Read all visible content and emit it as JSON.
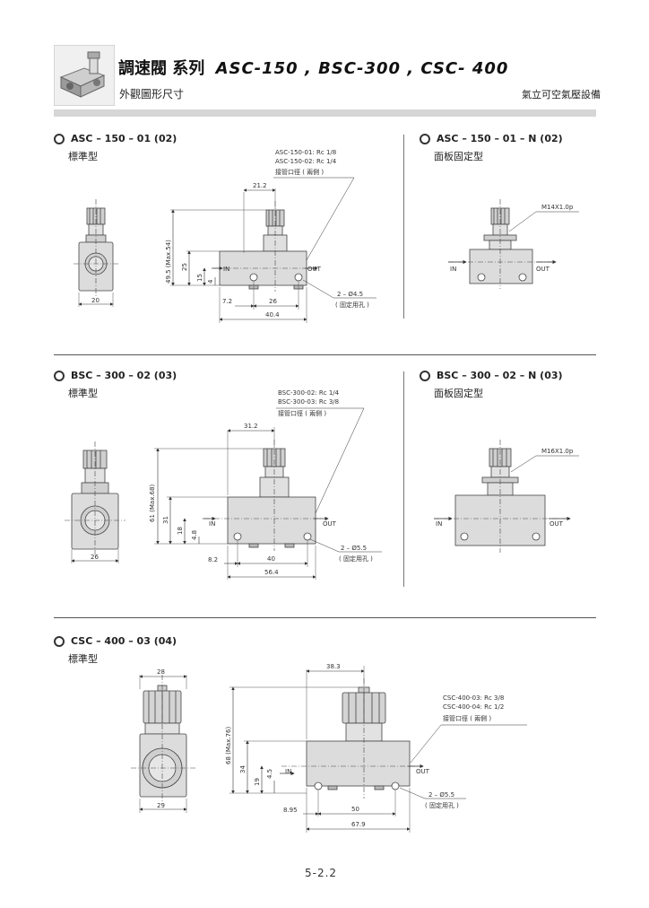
{
  "header": {
    "title_cn": "調速閥 系列",
    "title_models": "ASC-150 , BSC-300 , CSC- 400",
    "subtitle": "外觀圖形尺寸",
    "brand": "氣立可空氣壓設備"
  },
  "sections": {
    "asc": {
      "title": "ASC – 150 – 01 (02)",
      "subtitle": "標準型",
      "note1": "ASC-150-01: Rc 1/8",
      "note2": "ASC-150-02: Rc 1/4",
      "note3": "接管口徑 ( 兩側 )",
      "dims": {
        "d212": "21.2",
        "d495": "49.5 (Max.54)",
        "d25": "25",
        "d15": "15",
        "d4": "4",
        "d72": "7.2",
        "d26": "26",
        "d404": "40.4",
        "d20": "20"
      },
      "in_label": "IN",
      "out_label": "OUT",
      "hole": "2 – Ø4.5",
      "hole_note": "( 固定用孔 )"
    },
    "ascn": {
      "title": "ASC – 150 – 01 – N (02)",
      "subtitle": "面板固定型",
      "thread": "M14X1.0p",
      "in_label": "IN",
      "out_label": "OUT"
    },
    "bsc": {
      "title": "BSC – 300 – 02 (03)",
      "subtitle": "標準型",
      "note1": "BSC-300-02: Rc 1/4",
      "note2": "BSC-300-03: Rc 3/8",
      "note3": "接管口徑 ( 兩側 )",
      "dims": {
        "d312": "31.2",
        "d61": "61 (Max.68)",
        "d31": "31",
        "d18": "18",
        "d48": "4.8",
        "d82": "8.2",
        "d40": "40",
        "d564": "56.4",
        "d26": "26"
      },
      "in_label": "IN",
      "out_label": "OUT",
      "hole": "2 – Ø5.5",
      "hole_note": "( 固定用孔 )"
    },
    "bscn": {
      "title": "BSC – 300 – 02 – N (03)",
      "subtitle": "面板固定型",
      "thread": "M16X1.0p",
      "in_label": "IN",
      "out_label": "OUT"
    },
    "csc": {
      "title": "CSC – 400 – 03 (04)",
      "subtitle": "標準型",
      "note1": "CSC-400-03: Rc 3/8",
      "note2": "CSC-400-04: Rc 1/2",
      "note3": "接管口徑 ( 兩側 )",
      "dims": {
        "d28": "28",
        "d29": "29",
        "d383": "38.3",
        "d68": "68 (Max.76)",
        "d34": "34",
        "d19": "19",
        "d45": "4.5",
        "d895": "8.95",
        "d50": "50",
        "d679": "67.9"
      },
      "in_label": "IN",
      "out_label": "OUT",
      "hole": "2 – Ø5.5",
      "hole_note": "( 固定用孔 )"
    }
  },
  "page_number": "5-2.2"
}
